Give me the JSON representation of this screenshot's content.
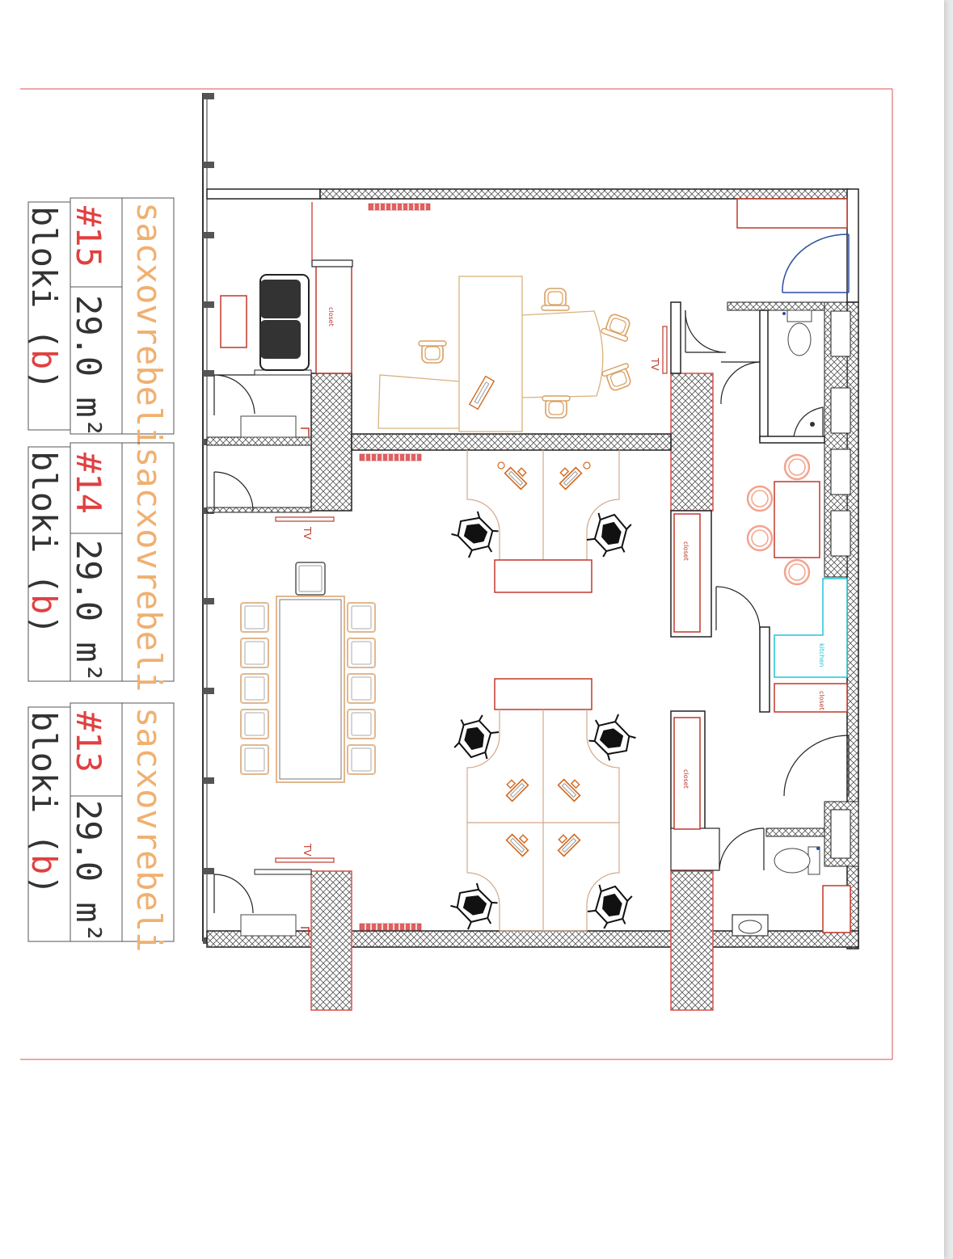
{
  "title_blocks": [
    {
      "level_label": "#15",
      "area": "29.0 m²",
      "apartment_prefix": "bloki (",
      "apartment_letter": "b",
      "apartment_suffix": ")",
      "status": "sacxovrebeli"
    },
    {
      "level_label": "#14",
      "area": "29.0 m²",
      "apartment_prefix": "bloki (",
      "apartment_letter": "b",
      "apartment_suffix": ")",
      "status": "sacxovrebeli"
    },
    {
      "level_label": "#13",
      "area": "29.0 m²",
      "apartment_prefix": "bloki (",
      "apartment_letter": "b",
      "apartment_suffix": ")",
      "status": "sacxovrebeli"
    }
  ],
  "labels": {
    "tv_director": "TV",
    "tv_meeting_top": "TV",
    "tv_meeting_bottom": "TV",
    "closet_director": "closet",
    "closet_hall_top": "closet",
    "closet_hall_bottom": "closet",
    "closet_kitchen": "closet",
    "kitchen": "kitchen"
  },
  "colors": {
    "wall": "#222222",
    "hatch": "#444444",
    "border": "#d9534f",
    "closet": "#c0392b",
    "director_furniture": "#d9b27c",
    "desk": "#d2691e",
    "meeting_chairs": "#e0b890",
    "dining_chairs": "#f3a48e",
    "kitchen": "#20c5d5",
    "title_orange": "#f0b070",
    "title_red": "#e04040"
  }
}
